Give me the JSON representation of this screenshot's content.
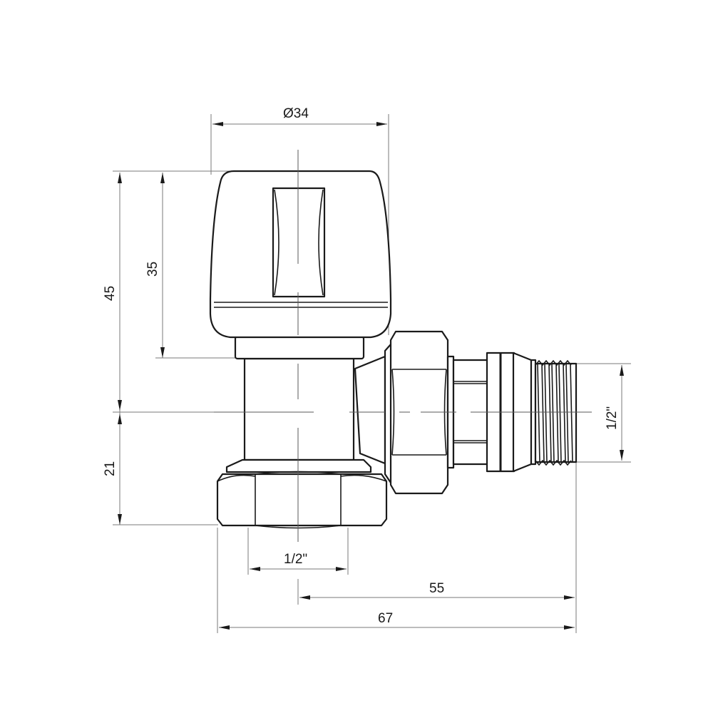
{
  "drawing": {
    "subject": "angled radiator valve",
    "colors": {
      "line": "#1a1a1a",
      "dimension": "#7a7a7a",
      "background": "#ffffff"
    }
  },
  "dimensions": {
    "head_diameter": "Ø34",
    "total_height": "45",
    "head_height": "35",
    "bottom_height": "21",
    "bottom_thread": "1/2\"",
    "side_thread": "1/2\"",
    "axis_to_end": "55",
    "total_width": "67"
  }
}
